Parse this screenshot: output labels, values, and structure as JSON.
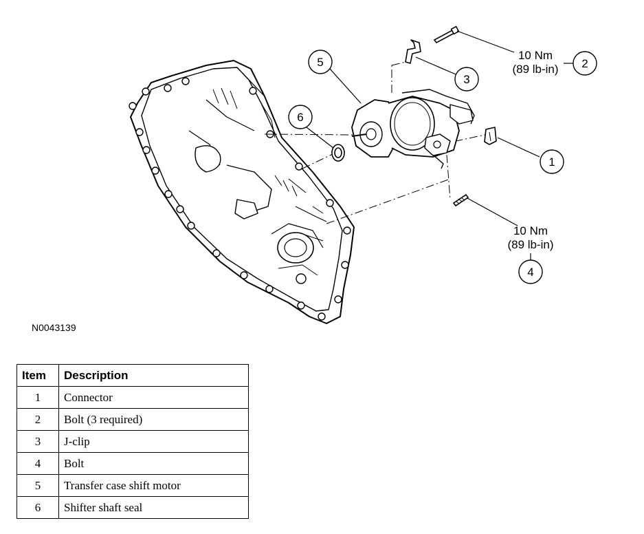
{
  "figure_id": "N0043139",
  "callouts": [
    {
      "number": "1"
    },
    {
      "number": "2",
      "torque_nm": "10 Nm",
      "torque_lbin": "(89 lb-in)"
    },
    {
      "number": "3"
    },
    {
      "number": "4",
      "torque_nm": "10 Nm",
      "torque_lbin": "(89 lb-in)"
    },
    {
      "number": "5"
    },
    {
      "number": "6"
    }
  ],
  "legend": {
    "headers": [
      "Item",
      "Description"
    ],
    "rows": [
      {
        "item": "1",
        "description": "Connector"
      },
      {
        "item": "2",
        "description": "Bolt (3 required)"
      },
      {
        "item": "3",
        "description": "J-clip"
      },
      {
        "item": "4",
        "description": "Bolt"
      },
      {
        "item": "5",
        "description": "Transfer case shift motor"
      },
      {
        "item": "6",
        "description": "Shifter shaft seal"
      }
    ]
  }
}
